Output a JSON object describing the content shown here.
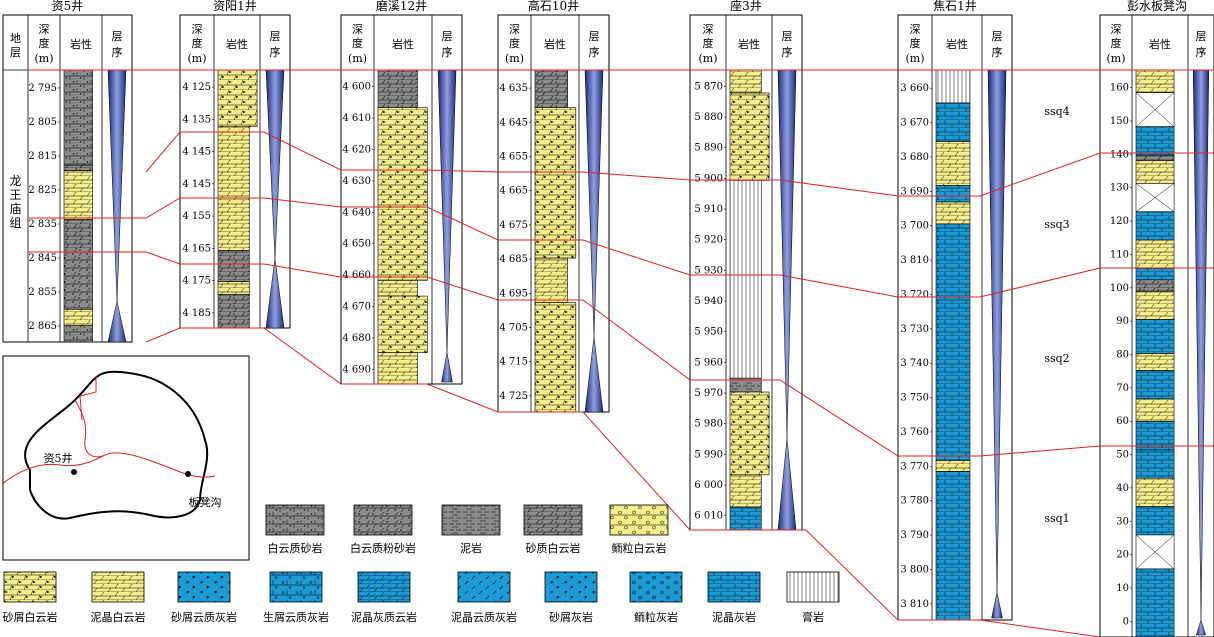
{
  "wells": [
    {
      "name": "资5井",
      "has_strata_col": true,
      "strata_header": "地\n层",
      "formation": "龙王庙组",
      "depth_header": "深度\n(m)",
      "lith_header": "岩性",
      "seq_header": "层序",
      "depth_ticks": [
        "2 795",
        "2 805",
        "2 815",
        "2 825",
        "2 835",
        "2 845",
        "2 855",
        "2 865"
      ],
      "lith_stack": [
        "dolomitic_sandstone",
        "sand_dolomite",
        "silty_mudstone",
        "mudstone",
        "dolomitic_silty_sandstone",
        "sand_dolomite",
        "dolomitic_sandstone"
      ]
    },
    {
      "name": "资阳1井",
      "depth_header": "深度\n(m)",
      "lith_header": "岩性",
      "seq_header": "层序",
      "depth_ticks": [
        "4 125",
        "4 135",
        "4 145",
        "4 145",
        "4 155",
        "4 165",
        "4 175",
        "4 185"
      ],
      "lith_stack": [
        "sand_dolomite",
        "micritic_dolomite",
        "sandy_dolomite",
        "micritic_dolomite",
        "dolomitic_sandstone"
      ]
    },
    {
      "name": "磨溪12井",
      "depth_header": "深度\n(m)",
      "lith_header": "岩性",
      "seq_header": "层序",
      "depth_ticks": [
        "4 600",
        "4 610",
        "4 620",
        "4 630",
        "4 640",
        "4 650",
        "4 660",
        "4 670",
        "4 680",
        "4 690"
      ],
      "lith_stack": [
        "sandy_dolomite",
        "sand_dolomite",
        "micritic_dolomite",
        "sand_dolomite",
        "micritic_dolomite"
      ]
    },
    {
      "name": "高石10井",
      "depth_header": "深度\n(m)",
      "lith_header": "岩性",
      "seq_header": "层序",
      "depth_ticks": [
        "4 635",
        "4 645",
        "4 655",
        "4 665",
        "4 675",
        "4 685",
        "4 695",
        "4 705",
        "4 715",
        "4 725"
      ],
      "lith_stack": [
        "sandy_dolomite",
        "sand_dolomite",
        "micritic_dolomite",
        "sand_dolomite",
        "micritic_dolomite"
      ]
    },
    {
      "name": "座3井",
      "depth_header": "深度\n(m)",
      "lith_header": "岩性",
      "seq_header": "层序",
      "depth_ticks": [
        "5 870",
        "5 880",
        "5 890",
        "5 900",
        "5 910",
        "5 920",
        "5 930",
        "5 940",
        "5 950",
        "5 960",
        "5 970",
        "5 980",
        "5 990",
        "6 000",
        "6 010"
      ],
      "lith_stack": [
        "micritic_dolomite",
        "sand_dolomite",
        "gypsum",
        "mudstone",
        "sand_dolomite",
        "micritic_dolomite",
        "micritic_limestone"
      ]
    },
    {
      "name": "焦石1井",
      "depth_header": "深度\n(m)",
      "lith_header": "岩性",
      "seq_header": "层序",
      "depth_ticks": [
        "3 660",
        "3 670",
        "3 680",
        "3 690",
        "3 700",
        "3 810",
        "3 720",
        "3 730",
        "3 740",
        "3 750",
        "3 760",
        "3 770",
        "3 780",
        "3 790",
        "3 800",
        "3 810"
      ],
      "seq_labels": [
        "ssq4",
        "ssq3",
        "ssq2",
        "ssq1"
      ],
      "lith_stack": [
        "gypsum",
        "micritic_limestone",
        "micritic_dolomite",
        "micritic_limestone",
        "micritic_dolomite",
        "micritic_limestone"
      ]
    },
    {
      "name": "彭水板凳沟",
      "depth_header": "深度\n(m)",
      "lith_header": "岩性",
      "seq_header": "层序",
      "depth_ticks": [
        "160",
        "150",
        "140",
        "130",
        "120",
        "110",
        "100",
        "90",
        "80",
        "70",
        "60",
        "50",
        "40",
        "30",
        "20",
        "10",
        "0"
      ]
    }
  ],
  "map": {
    "label_zi5": "资5井",
    "label_bdg": "板凳沟"
  },
  "legend": [
    {
      "key": "dolomitic_sandstone",
      "label": "白云质砂岩",
      "color": "#8c8c8c",
      "pattern": "dots"
    },
    {
      "key": "dolomitic_silty_sandstone",
      "label": "白云质粉砂岩",
      "color": "#8c8c8c",
      "pattern": "slash-dots"
    },
    {
      "key": "mudstone",
      "label": "泥岩",
      "color": "#8c8c8c",
      "pattern": "dashes"
    },
    {
      "key": "sandy_dolomite",
      "label": "砂质白云岩",
      "color": "#8c8c8c",
      "pattern": "brick-slash"
    },
    {
      "key": "oolitic_dolomite",
      "label": "鲕粒白云岩",
      "color": "#f5ee8a",
      "pattern": "ooids"
    },
    {
      "key": "sand_dolomite",
      "label": "砂屑白云岩",
      "color": "#f5ee8a",
      "pattern": "flags"
    },
    {
      "key": "micritic_dolomite",
      "label": "泥晶白云岩",
      "color": "#f5ee8a",
      "pattern": "brick-slash"
    },
    {
      "key": "sand_dolomitic_limestone",
      "label": "砂屑云质灰岩",
      "color": "#1b9ad6",
      "pattern": "flags"
    },
    {
      "key": "bio_dolomitic_limestone",
      "label": "生屑云质灰岩",
      "color": "#1b9ad6",
      "pattern": "bio"
    },
    {
      "key": "micritic_calc_dolomite",
      "label": "泥晶灰质云岩",
      "color": "#1b9ad6",
      "pattern": "brick-slash"
    },
    {
      "key": "micritic_dol_limestone",
      "label": "泥晶云质灰岩",
      "color": "#1b9ad6",
      "pattern": "slash"
    },
    {
      "key": "sand_limestone",
      "label": "砂屑灰岩",
      "color": "#1b9ad6",
      "pattern": "flags"
    },
    {
      "key": "oolitic_limestone",
      "label": "鲕粒灰岩",
      "color": "#1b9ad6",
      "pattern": "ooids"
    },
    {
      "key": "micritic_limestone",
      "label": "泥晶灰岩",
      "color": "#1b9ad6",
      "pattern": "brick"
    },
    {
      "key": "gypsum",
      "label": "膏岩",
      "color": "#ffffff",
      "pattern": "vlines"
    }
  ],
  "colors": {
    "correlation_line": "#e02020",
    "seq_fill_dark": "#1c2a7a",
    "seq_fill_light": "#ffffff",
    "yellow": "#f5ee8a",
    "blue": "#1b9ad6",
    "gray": "#8c8c8c"
  }
}
